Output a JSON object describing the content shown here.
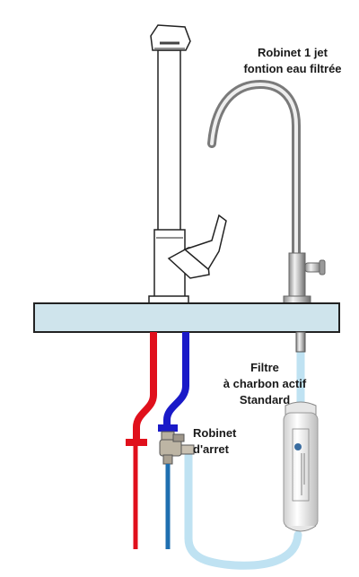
{
  "labels": {
    "faucet_line1": "Robinet 1 jet",
    "faucet_line2": "fontion eau filtrée",
    "filter_line1": "Filtre",
    "filter_line2": "à charbon actif",
    "filter_line3": "Standard",
    "valve_line1": "Robinet",
    "valve_line2": "d'arret"
  },
  "colors": {
    "hot_pipe": "#e0101c",
    "cold_pipe": "#1a1ac8",
    "cold_supply": "#1f6fb0",
    "filtered_tube": "#bfe2f2",
    "countertop_fill": "#cfe4ec",
    "outline": "#222222"
  }
}
